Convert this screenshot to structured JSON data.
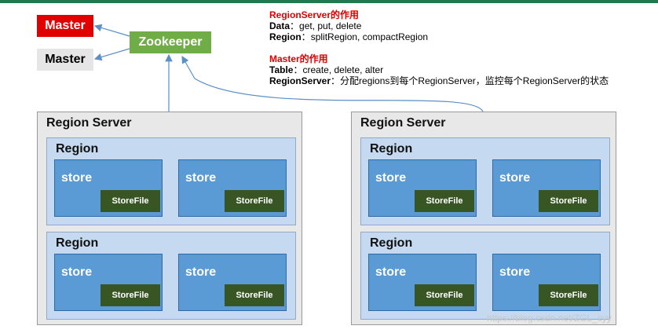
{
  "masters": {
    "active": "Master",
    "standby": "Master"
  },
  "zookeeper": "Zookeeper",
  "notes": {
    "regionserver": {
      "heading": "RegionServer的作用",
      "lines": [
        {
          "key": "Data",
          "sep": "：",
          "value": "get, put, delete"
        },
        {
          "key": "Region",
          "sep": "：",
          "value": "splitRegion, compactRegion"
        }
      ]
    },
    "master": {
      "heading": "Master的作用",
      "lines": [
        {
          "key": "Table",
          "sep": "：",
          "value": "create, delete, alter"
        },
        {
          "key": "RegionServer",
          "sep": "：",
          "value": "分配regions到每个RegionServer，监控每个RegionServer的状态"
        }
      ]
    }
  },
  "servers": [
    {
      "title": "Region Server",
      "regions": [
        {
          "title": "Region",
          "stores": [
            {
              "title": "store",
              "file": "StoreFile"
            },
            {
              "title": "store",
              "file": "StoreFile"
            }
          ]
        },
        {
          "title": "Region",
          "stores": [
            {
              "title": "store",
              "file": "StoreFile"
            },
            {
              "title": "store",
              "file": "StoreFile"
            }
          ]
        }
      ]
    },
    {
      "title": "Region Server",
      "regions": [
        {
          "title": "Region",
          "stores": [
            {
              "title": "store",
              "file": "StoreFile"
            },
            {
              "title": "store",
              "file": "StoreFile"
            }
          ]
        },
        {
          "title": "Region",
          "stores": [
            {
              "title": "store",
              "file": "StoreFile"
            },
            {
              "title": "store",
              "file": "StoreFile"
            }
          ]
        }
      ]
    }
  ],
  "watermark": "https://blog.csdn.net/ZGL_cyy",
  "colors": {
    "master_active": "#e00000",
    "zookeeper": "#70ad47",
    "region_server_bg": "#e8e8e8",
    "region_bg": "#c5daf0",
    "store_bg": "#5b9bd5",
    "storefile_bg": "#375623",
    "connector": "#5b8fc7"
  }
}
